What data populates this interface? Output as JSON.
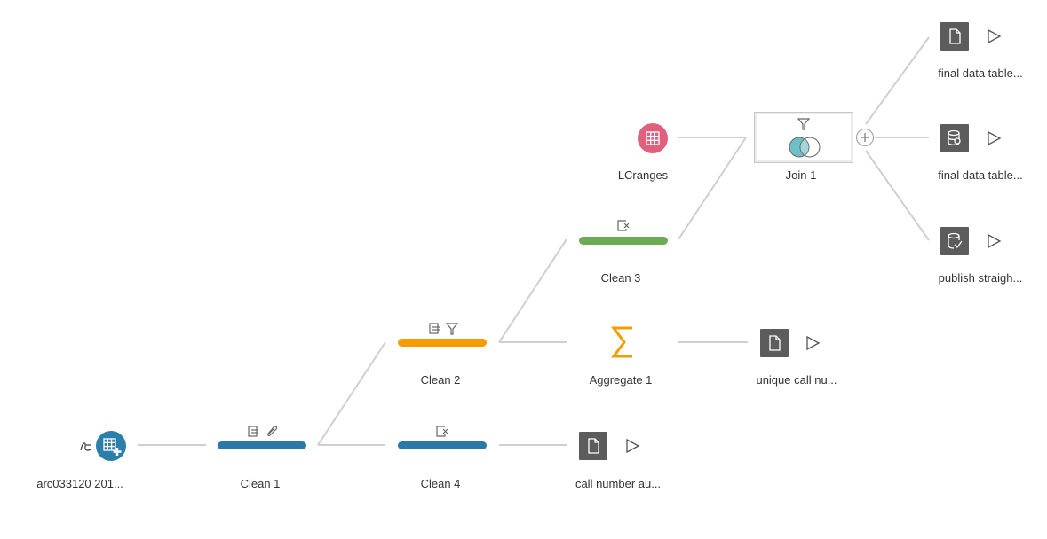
{
  "flow": {
    "input": {
      "label": "arc033120 201...",
      "color": "#2c7fab"
    },
    "clean1": {
      "label": "Clean 1",
      "color": "#2a79a6"
    },
    "clean2": {
      "label": "Clean 2",
      "color": "#f59d00"
    },
    "clean3": {
      "label": "Clean 3",
      "color": "#6bac55"
    },
    "clean4": {
      "label": "Clean 4",
      "color": "#2a79a6"
    },
    "aggregate1": {
      "label": "Aggregate 1",
      "color": "#f59d00"
    },
    "lcranges": {
      "label": "LCranges",
      "color": "#e0607e"
    },
    "join1": {
      "label": "Join 1"
    },
    "outputs": {
      "final_table_1": "final data table...",
      "final_table_2": "final data table...",
      "publish": "publish straigh...",
      "unique_call": "unique call nu...",
      "call_number": "call number au..."
    },
    "colors": {
      "connector": "#cfcfcf",
      "output_bg": "#5c5c5c",
      "join_left": "#6fbfc7",
      "icon_gray": "#666666"
    }
  }
}
